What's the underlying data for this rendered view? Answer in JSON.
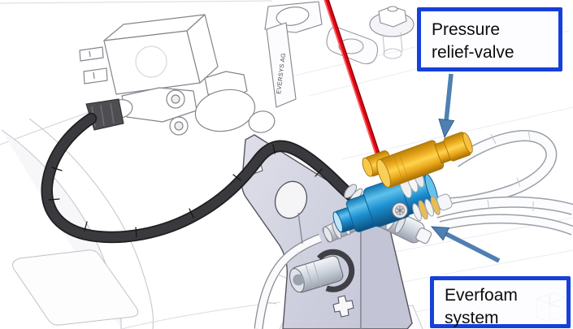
{
  "labels": {
    "pressure": {
      "line1": "Pressure",
      "line2": "relief-valve"
    },
    "everfoam": {
      "line1": "Everfoam",
      "line2": "system"
    }
  },
  "component_text": {
    "brand": "EVERSYS AG"
  },
  "colors": {
    "callout_border": "#1640d9",
    "arrow_blue": "#4e80b2",
    "relief_valve_gold": "#eaa91c",
    "valve_body_blue": "#1e8fd0",
    "indicator_rod_red": "#e30613",
    "bracket_gray": "#d6d7e4",
    "hose_black": "#333333"
  }
}
